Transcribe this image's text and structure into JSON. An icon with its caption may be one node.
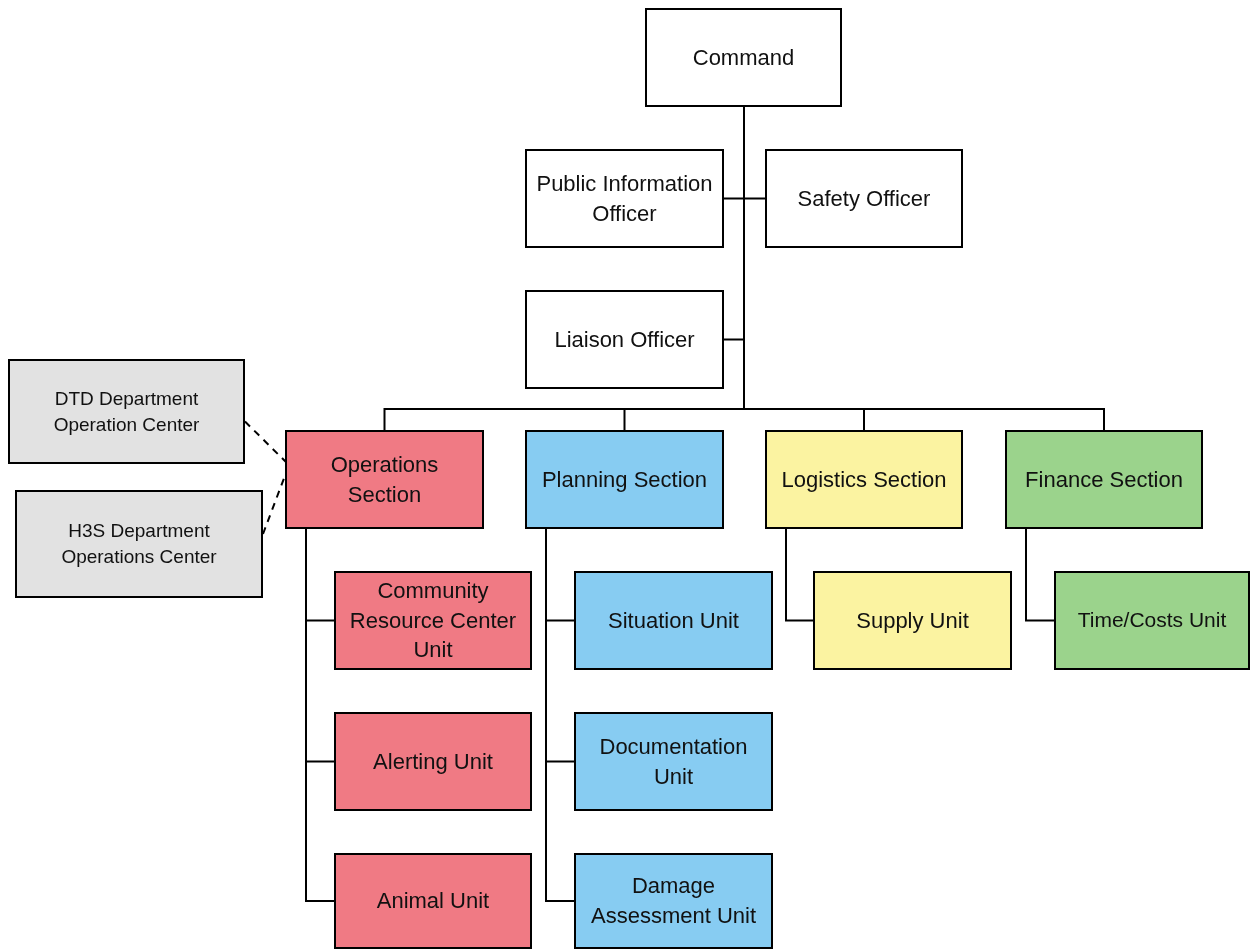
{
  "diagram": {
    "nodes": [
      {
        "text": [
          "Command"
        ]
      },
      {
        "text": [
          "Public Information Officer"
        ]
      },
      {
        "text": [
          "Safety Officer"
        ]
      },
      {
        "text": [
          "Liaison Officer"
        ]
      },
      {
        "text": [
          "DTD Department Operation Center"
        ]
      },
      {
        "text": [
          "Operations Section"
        ]
      },
      {
        "text": [
          "H3S Department Operations Center"
        ]
      },
      {
        "text": [
          "Planning Section"
        ]
      },
      {
        "text": [
          "Logistics Section"
        ]
      },
      {
        "text": [
          "Finance Section"
        ]
      },
      {
        "text": [
          "Community Resource Center Unit"
        ]
      },
      {
        "text": [
          "Alerting Unit"
        ]
      },
      {
        "text": [
          "Animal Unit"
        ]
      },
      {
        "text": [
          "Situation Unit"
        ]
      },
      {
        "text": [
          "Documentation Unit"
        ]
      },
      {
        "text": [
          "Damage Assessment Unit"
        ]
      },
      {
        "text": [
          "Supply Unit"
        ]
      },
      {
        "text": [
          "Time/Costs Unit"
        ]
      }
    ],
    "edges": [
      {
        "from": 0,
        "to": 1,
        "arrow": "none"
      },
      {
        "from": 0,
        "to": 2,
        "arrow": "none"
      },
      {
        "from": 0,
        "to": 3,
        "arrow": "none"
      },
      {
        "from": 0,
        "to": 5,
        "arrow": "none"
      },
      {
        "from": 0,
        "to": 7,
        "arrow": "none"
      },
      {
        "from": 0,
        "to": 8,
        "arrow": "none"
      },
      {
        "from": 0,
        "to": 9,
        "arrow": "none"
      },
      {
        "from": 4,
        "to": 5,
        "arrow": "none",
        "style": "dashed"
      },
      {
        "from": 6,
        "to": 5,
        "arrow": "none",
        "style": "dashed"
      },
      {
        "from": 5,
        "to": 10,
        "arrow": "none"
      },
      {
        "from": 5,
        "to": 11,
        "arrow": "none"
      },
      {
        "from": 5,
        "to": 12,
        "arrow": "none"
      },
      {
        "from": 7,
        "to": 13,
        "arrow": "none"
      },
      {
        "from": 7,
        "to": 14,
        "arrow": "none"
      },
      {
        "from": 7,
        "to": 15,
        "arrow": "none"
      },
      {
        "from": 8,
        "to": 16,
        "arrow": "none"
      },
      {
        "from": 9,
        "to": 17,
        "arrow": "none"
      }
    ]
  }
}
